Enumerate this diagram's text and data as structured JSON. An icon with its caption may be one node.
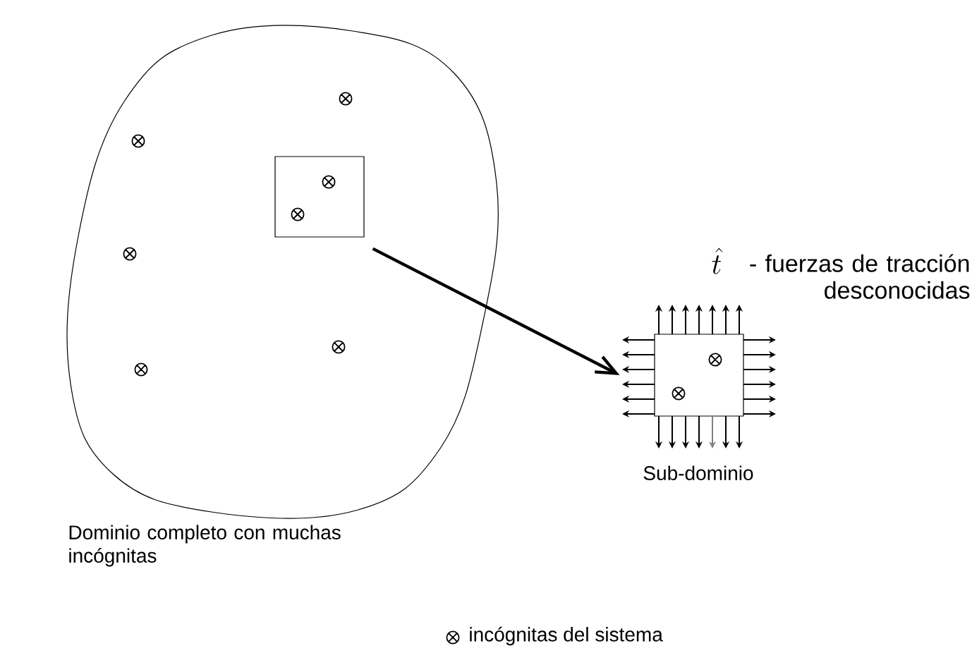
{
  "diagram": {
    "nodes": [
      {
        "text": [
          "Dominio completo con muchas incógnitas"
        ]
      },
      {
        "text": [],
        "shape": "box",
        "in": 0
      },
      {
        "text": [
          "Sub-dominio"
        ]
      }
    ],
    "edges": [
      {
        "from": 1,
        "to": 2,
        "arrow": "to"
      }
    ],
    "labels": [
      "\\hat{t}",
      "- fuerzas de tracción desconocidas"
    ],
    "legend": [
      {
        "text": "incógnitas del sistema"
      }
    ]
  }
}
